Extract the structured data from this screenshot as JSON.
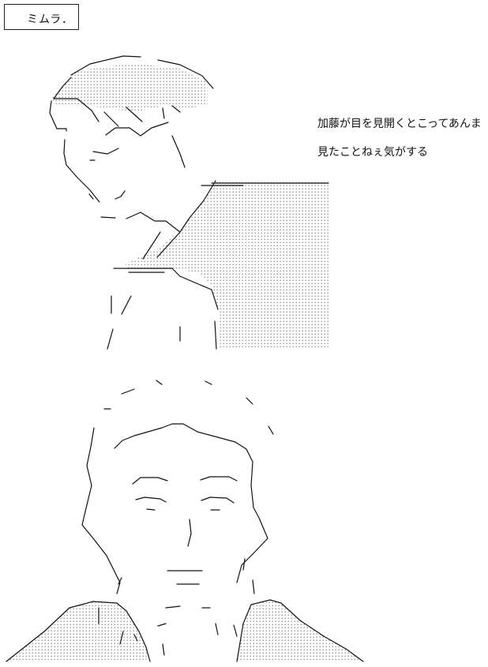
{
  "name_label": "ミムラ．",
  "dialogue": {
    "line1": "加藤が目を見開くとこってあんま",
    "line2": "見たことねぇ気がする"
  },
  "colors": {
    "background": "#ffffff",
    "ink": "#111111",
    "dots": "#8a8a8a"
  },
  "illustrations": [
    {
      "name": "character-top",
      "style": "text-art"
    },
    {
      "name": "character-bottom",
      "style": "text-art"
    }
  ]
}
